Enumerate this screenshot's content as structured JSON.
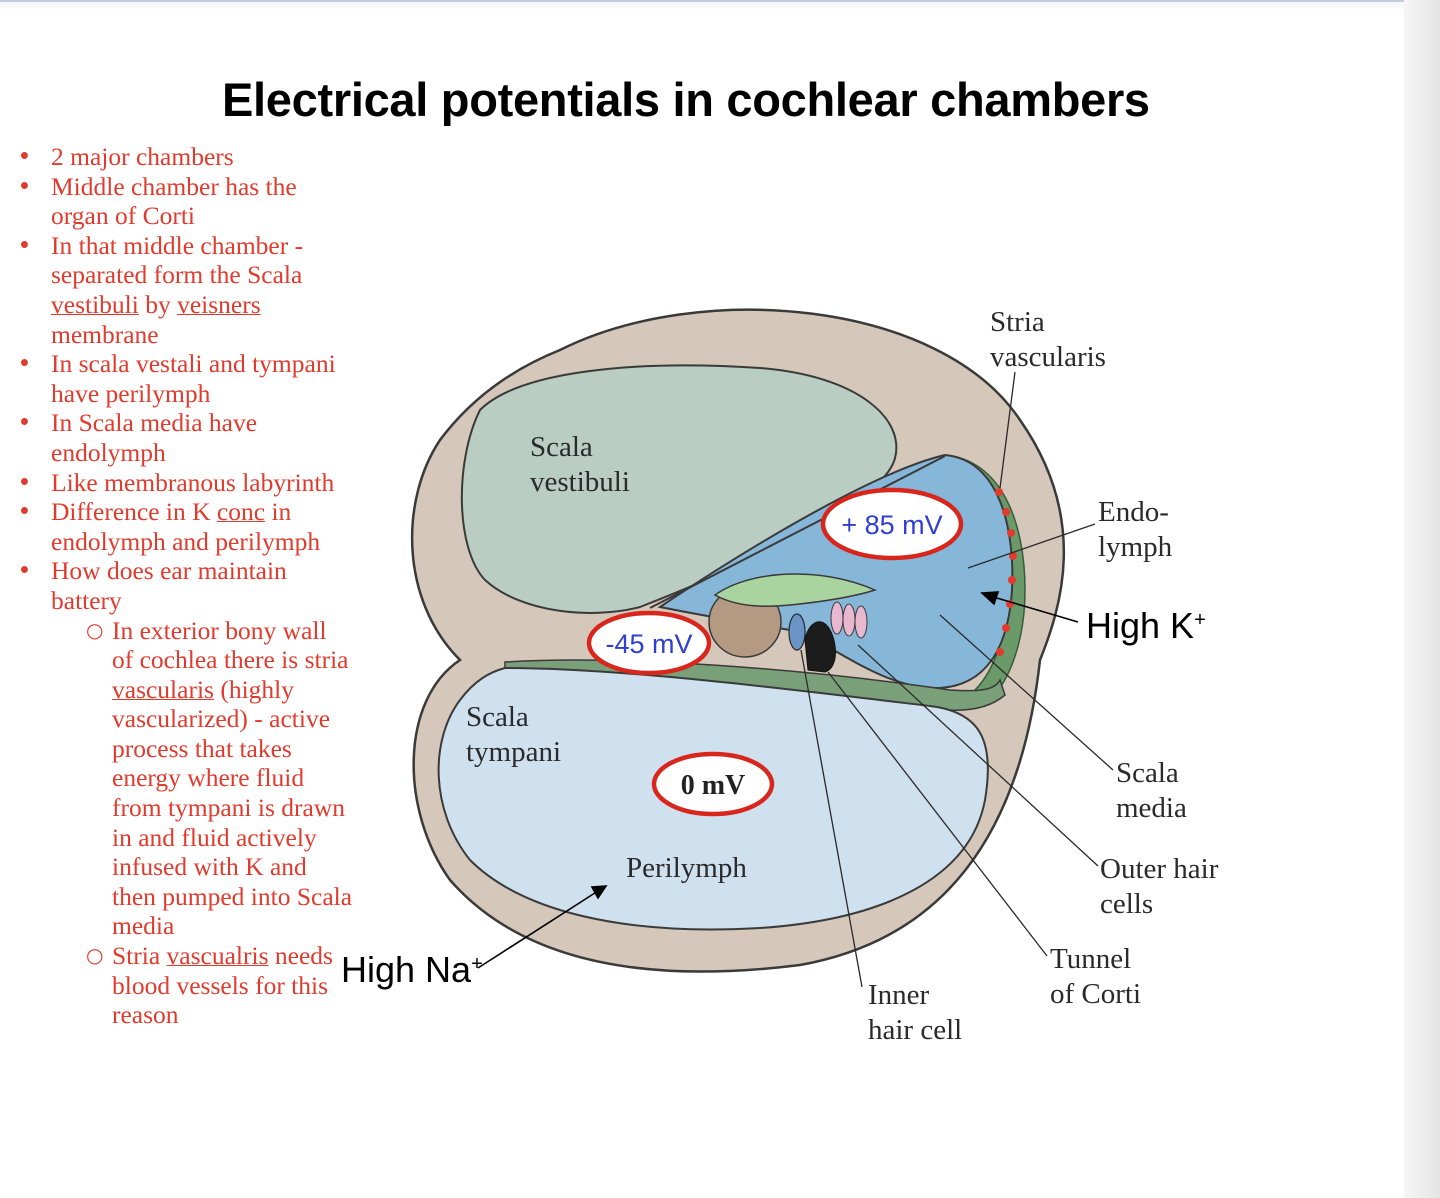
{
  "title": "Electrical potentials in cochlear chambers",
  "notes": {
    "b1": "2 major chambers",
    "b2": "Middle chamber has the organ of Corti",
    "b3a": "In that middle chamber - separated form the Scala ",
    "b3u1": "vestibuli",
    "b3b": " by ",
    "b3u2": "veisners",
    "b3c": " membrane",
    "b4": "In scala vestali and tympani have perilymph",
    "b5": "In Scala media have endolymph",
    "b6": "Like membranous labyrinth",
    "b7a": "Difference in K ",
    "b7u": "conc",
    "b7b": " in endolymph and perilymph",
    "b8": "How does ear maintain battery",
    "s1a": "In exterior bony wall of cochlea there is stria ",
    "s1u": "vascularis",
    "s1b": " (highly vascularized) - active process that takes energy where fluid from tympani is drawn in and fluid actively infused with K and then pumped into Scala media",
    "s2a": "Stria ",
    "s2u": "vascualris",
    "s2b": " needs blood vessels for this reason"
  },
  "diagram": {
    "scala_vestibuli": [
      "Scala",
      "vestibuli"
    ],
    "scala_tympani": [
      "Scala",
      "tympani"
    ],
    "stria_vascularis": [
      "Stria",
      "vascularis"
    ],
    "endolymph": [
      "Endo-",
      "lymph"
    ],
    "high_k": "High K",
    "high_k_sup": "+",
    "scala_media": [
      "Scala",
      "media"
    ],
    "outer_hair_cells": [
      "Outer hair",
      "cells"
    ],
    "tunnel_of_corti": [
      "Tunnel",
      "of Corti"
    ],
    "inner_hair_cell": [
      "Inner",
      "hair cell"
    ],
    "perilymph": "Perilymph",
    "high_na": "High Na",
    "high_na_sup": "+",
    "potential_media": "+ 85 mV",
    "potential_corti": "-45 mV",
    "potential_tympani": "0 mV"
  },
  "colors": {
    "bone": "#d5c8ba",
    "scala_vestibuli": "#b9cdc2",
    "scala_media": "#86b6d8",
    "scala_tympani": "#cfe0ef",
    "annotation_red": "#d9261c",
    "note_text": "#e23a2c"
  }
}
